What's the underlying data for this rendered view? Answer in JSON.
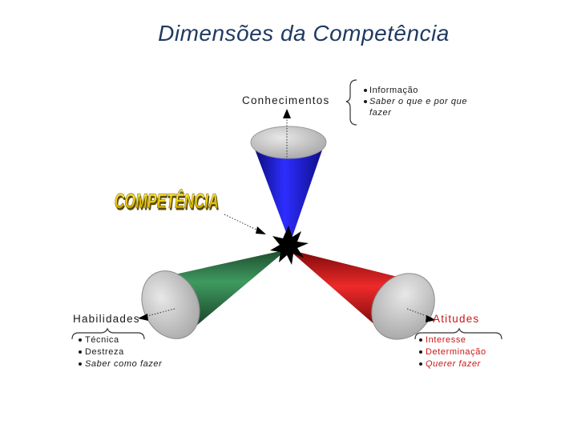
{
  "title": "Dimensões da Competência",
  "center_logo": "COMPETÊNCIA",
  "conhecimentos": {
    "label": "Conhecimentos",
    "items": [
      "Informação",
      "Saber o que e por que",
      "fazer"
    ]
  },
  "habilidades": {
    "label": "Habilidades",
    "items": [
      "Técnica",
      "Destreza",
      "Saber como fazer"
    ]
  },
  "atitudes": {
    "label": "Atitudes",
    "items": [
      "Interesse",
      "Determinação",
      "Querer fazer"
    ]
  },
  "colors": {
    "title": "#1f3a60",
    "cone_blue": "#1f1fd0",
    "cone_green": "#2f7a4a",
    "cone_red": "#c81818",
    "text_dark": "#1a1a1a",
    "text_red": "#c81818",
    "logo_yellow": "#f2d40a"
  }
}
